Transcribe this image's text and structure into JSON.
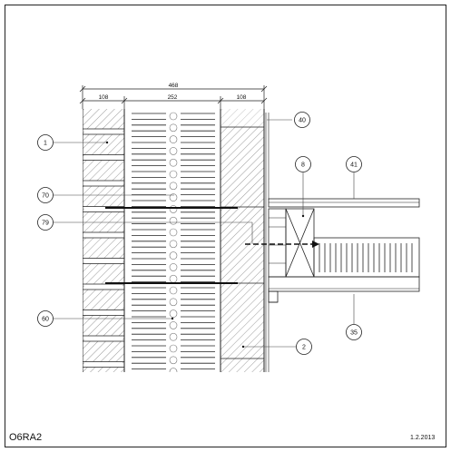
{
  "drawing": {
    "code": "O6RA2",
    "date": "1.2.2013",
    "dimensions": {
      "total": "468",
      "outer_leaf": "108",
      "cavity": "252",
      "inner_leaf": "108"
    },
    "callouts": [
      {
        "id": "1"
      },
      {
        "id": "70"
      },
      {
        "id": "79"
      },
      {
        "id": "60"
      },
      {
        "id": "40"
      },
      {
        "id": "8"
      },
      {
        "id": "41"
      },
      {
        "id": "2"
      },
      {
        "id": "35"
      }
    ]
  }
}
